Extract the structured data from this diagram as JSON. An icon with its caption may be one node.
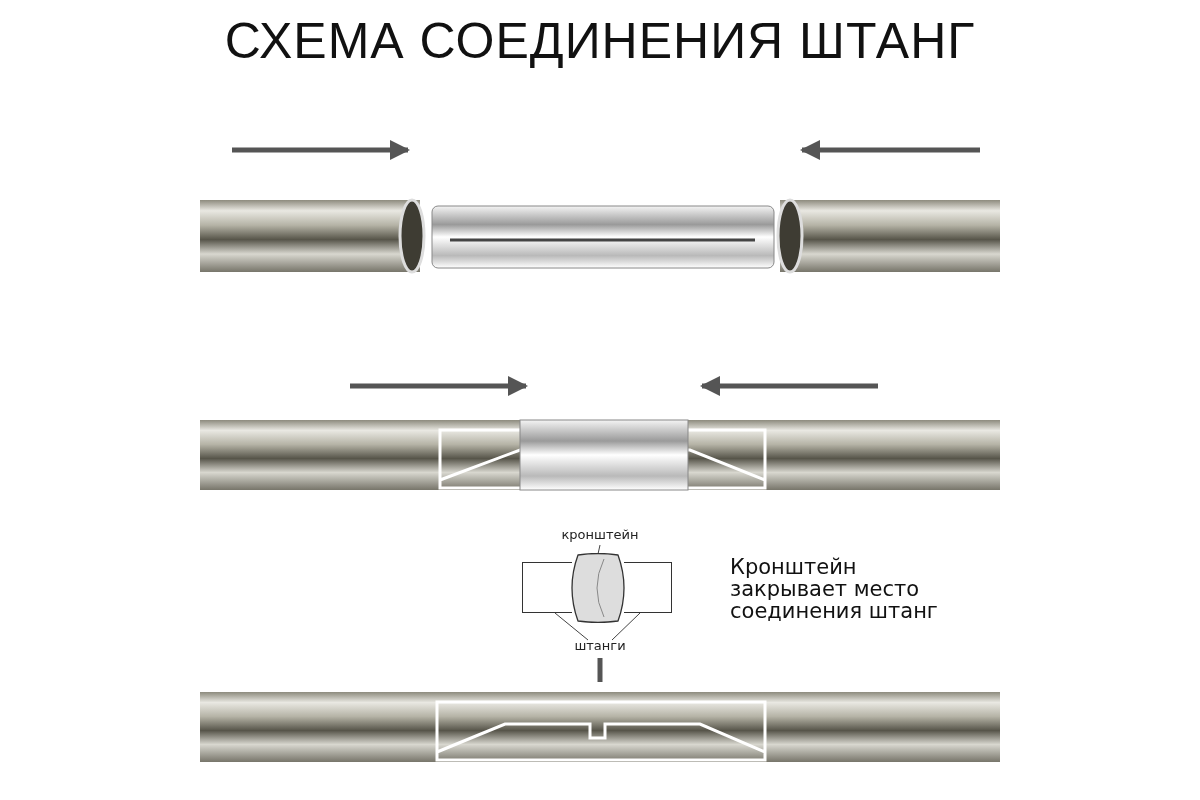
{
  "diagram": {
    "title": "СХЕМА СОЕДИНЕНИЯ ШТАНГ",
    "nodes": [
      {
        "text": [
          "кронштейн"
        ]
      },
      {
        "text": [],
        "shape": "box"
      },
      {
        "text": [
          "штанги"
        ]
      },
      {
        "text": [],
        "shape": "bar"
      },
      {
        "text": [],
        "shape": "bar"
      }
    ],
    "edges": [
      {
        "from": 0,
        "to": 1,
        "arrow": "none"
      },
      {
        "from": 2,
        "to": 3,
        "arrow": "none"
      },
      {
        "from": 2,
        "to": 4,
        "arrow": "none"
      },
      {
        "from": 2,
        "to": null,
        "arrow": "none",
        "style": "thick"
      }
    ],
    "labels": [
      "Кронштейн закрывает место соединения штанг"
    ]
  }
}
